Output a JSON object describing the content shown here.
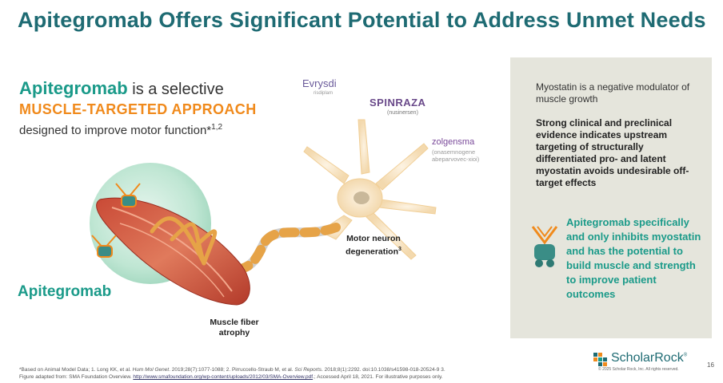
{
  "title": "Apitegromab Offers Significant Potential to Address Unmet Needs",
  "intro": {
    "brand": "Apitegromab",
    "line1_rest": " is a selective",
    "line2": "MUSCLE-TARGETED APPROACH",
    "line3": "designed to improve motor function*",
    "line3_sup": "1,2"
  },
  "illustration": {
    "apitegromab_label": "Apitegromab",
    "motor_neuron_caption": "Motor neuron degeneration",
    "motor_neuron_sup": "3",
    "muscle_fiber_caption": "Muscle fiber atrophy",
    "products": {
      "evrysdi": {
        "name": "Evrysdi",
        "sub": "risdiplam"
      },
      "spinraza": {
        "name": "SPINRAZA",
        "sub": "(nusinersen)"
      },
      "zolgensma": {
        "name": "zolgensma",
        "sub1": "(onasemnogene",
        "sub2": "abeparvovec-xioi)"
      }
    }
  },
  "panel": {
    "p1": "Myostatin is a negative modulator of muscle growth",
    "p2": "Strong clinical and preclinical evidence  indicates upstream targeting of structurally differentiated pro- and latent myostatin avoids undesirable off-target effects",
    "p3": "Apitegromab specifically and only inhibits myostatin and has the potential to build muscle and strength to improve patient outcomes"
  },
  "footnote": {
    "line1_a": "*Based on Animal Model Data; 1. Long KK, et al. ",
    "line1_journal1": "Hum Mol Genet",
    "line1_b": ". 2019;28(7):1077-1088; 2. Pirruccello-Straub M, et al. ",
    "line1_journal2": "Sci Reports",
    "line1_c": ". 2018;8(1):2292. doi:10.1038/s41598-018-20524-9 3.",
    "line2_a": "Figure adapted from: SMA Foundation Overview. ",
    "line2_link": "http://www.smafoundation.org/wp-content/uploads/2012/03/SMA-Overview.pdf",
    "line2_b": ".; Accessed April 18, 2021. For illustrative purposes only."
  },
  "logo": {
    "scholar": "Scholar",
    "rock": "Rock",
    "tm": "®"
  },
  "copyright": "© 2025 Scholar Rock, Inc. All rights reserved.",
  "page_number": "16",
  "colors": {
    "title": "#1e6b73",
    "brand": "#1a9a89",
    "accent": "#f08a1c",
    "panel_bg": "#e5e5dc"
  }
}
